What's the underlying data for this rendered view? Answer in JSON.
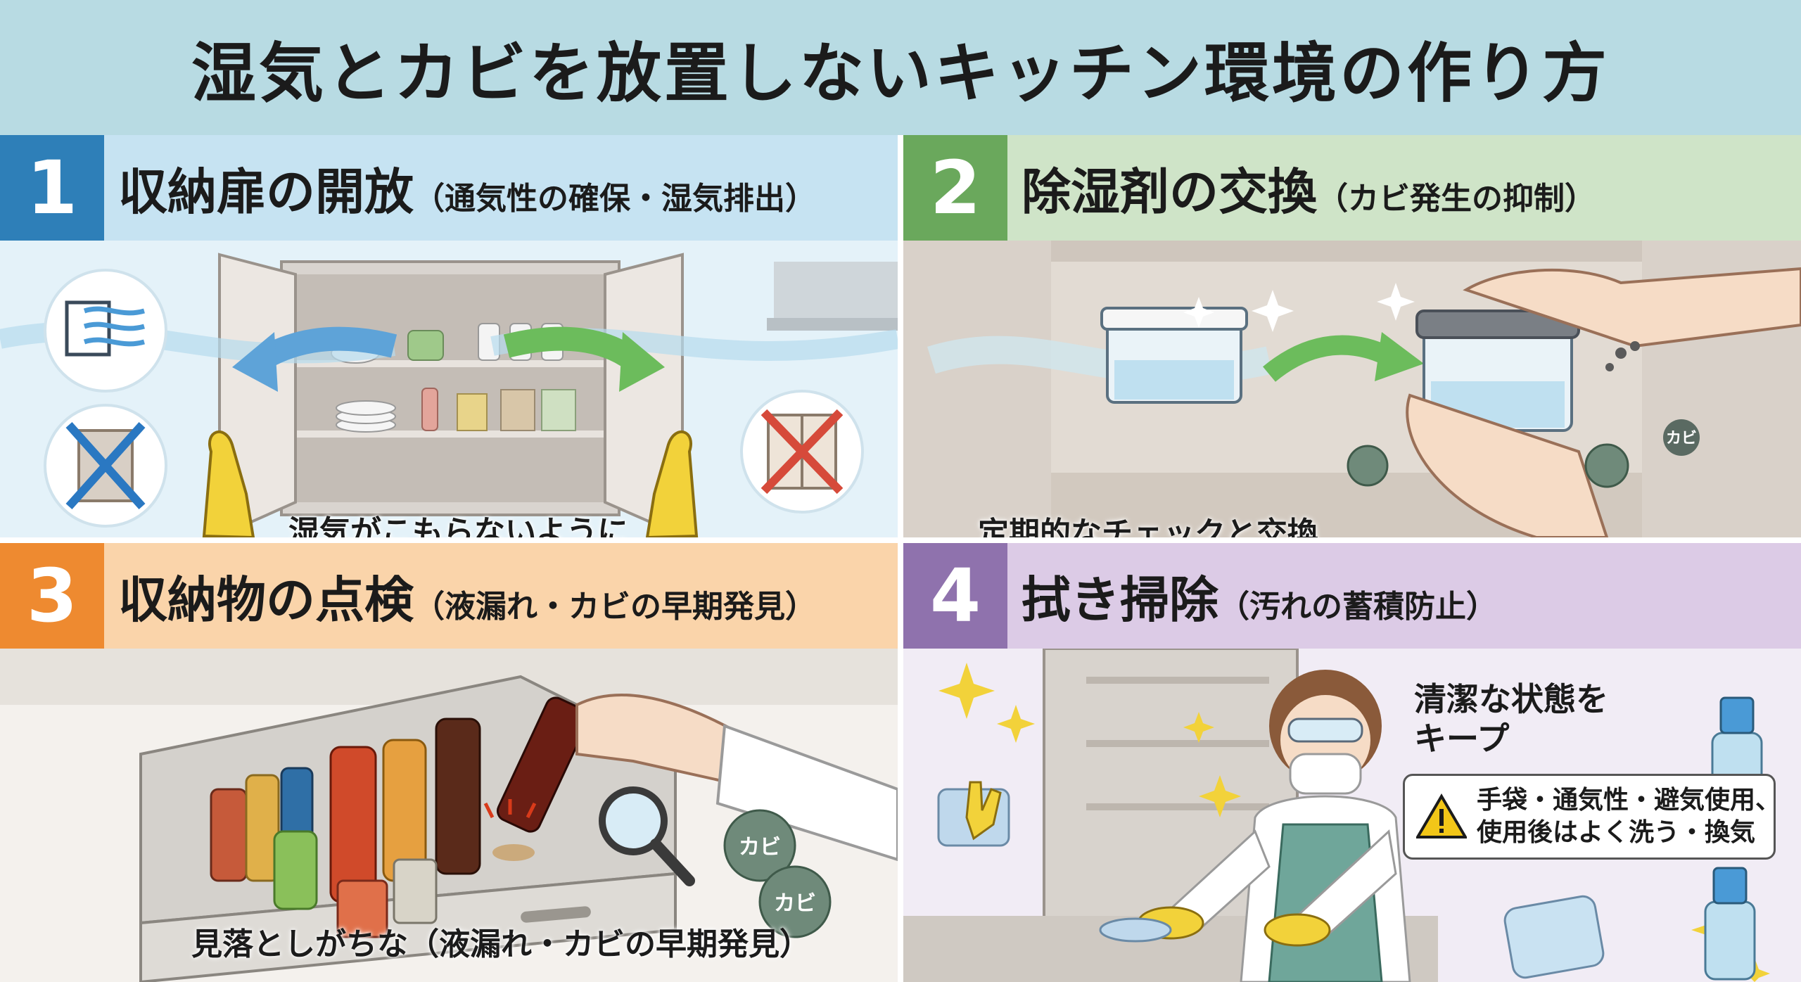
{
  "title": "湿気とカビを放置しないキッチン環境の作り方",
  "panels": [
    {
      "number": "1",
      "title": "収納扉の開放",
      "subtitle": "（通気性の確保・湿気排出）",
      "caption": "湿気がこもらないように",
      "accent": "#2e7fb8"
    },
    {
      "number": "2",
      "title": "除湿剤の交換",
      "subtitle": "（カビ発生の抑制）",
      "caption": "定期的なチェックと交換",
      "accent": "#6aa85c"
    },
    {
      "number": "3",
      "title": "収納物の点検",
      "subtitle": "（液漏れ・カビの早期発見）",
      "caption": "見落としがちな（液漏れ・カビの早期発見）",
      "accent": "#ee8a30",
      "mold_labels": [
        "カビ",
        "カビ"
      ]
    },
    {
      "number": "4",
      "title": "拭き掃除",
      "subtitle": "（汚れの蓄積防止）",
      "caption_line1": "清潔な状態を",
      "caption_line2": "キープ",
      "warning_line1": "手袋・通気性・避気使用、",
      "warning_line2": "使用後はよく洗う・換気",
      "accent": "#8f72ad"
    }
  ],
  "panel2_mold_label": "カビ",
  "icons": [
    "airflow-icon",
    "closed-door-icon",
    "closed-cabinet-icon",
    "warning-icon",
    "magnifier-icon",
    "sparkle-icon",
    "spray-bottle-icon",
    "cloth-icon",
    "glove-icon"
  ]
}
